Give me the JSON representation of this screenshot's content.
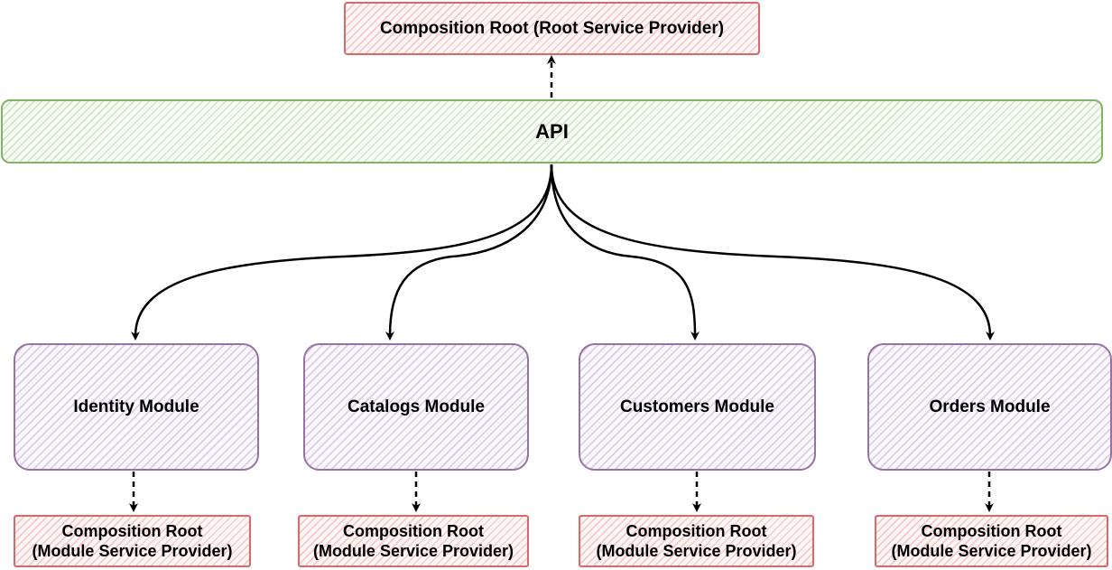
{
  "root": {
    "label": "Composition Root (Root Service Provider)"
  },
  "api": {
    "label": "API"
  },
  "modules": [
    {
      "label": "Identity Module",
      "root_line1": "Composition Root",
      "root_line2": "(Module Service Provider)"
    },
    {
      "label": "Catalogs Module",
      "root_line1": "Composition Root",
      "root_line2": "(Module Service Provider)"
    },
    {
      "label": "Customers Module",
      "root_line1": "Composition Root",
      "root_line2": "(Module Service Provider)"
    },
    {
      "label": "Orders Module",
      "root_line1": "Composition Root",
      "root_line2": "(Module Service Provider)"
    }
  ],
  "colors": {
    "root_border": "#d46a6a",
    "api_border": "#82b366",
    "module_border": "#9673a6"
  }
}
